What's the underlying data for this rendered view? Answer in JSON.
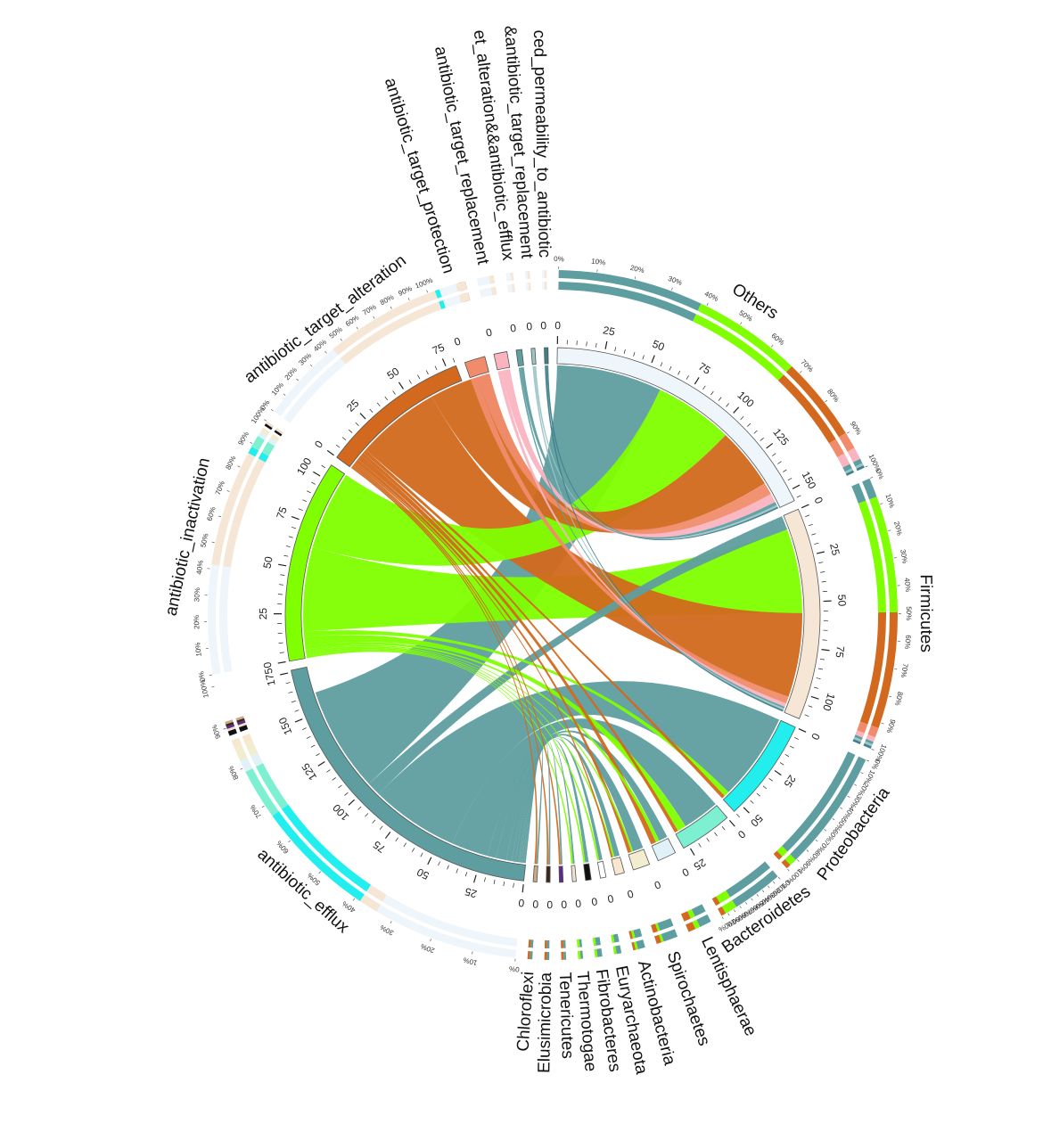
{
  "chart_data": {
    "type": "chord",
    "title": "",
    "colors": {
      "Others": "#eef6fb",
      "Firmicutes": "#f6e6d5",
      "Proteobacteria": "#22eeee",
      "Bacteroidetes": "#7ef0d2",
      "Lentisphaerae": "#e0f1f7",
      "Spirochaetes": "#f2edcf",
      "Actinobacteria": "#f8e6cf",
      "Euryarchaeota": "#ffffff",
      "Fibrobacteres": "#111111",
      "Thermotogae": "#efe0cc",
      "Tenericutes": "#5e2a8c",
      "Elusimicrobia": "#3a2618",
      "Chloroflexi": "#c9a98a",
      "antibiotic_efflux": "#5f9ea0",
      "antibiotic_inactivation": "#7fff00",
      "antibiotic_target_alteration": "#d2691e",
      "antibiotic_target_protection": "#f08c6c",
      "antibiotic_target_replacement": "#f9b4c0",
      "antibiotic_target_alteration&antibiotic_efflux": "#5f9ea0",
      "antibiotic_target_alteration&antibiotic_target_replacement": "#9cc5c8",
      "reduced_permeability_to_antibiotic": "#3f7f8a"
    },
    "phyla": [
      {
        "name": "Others",
        "label": "Others",
        "total": 156,
        "ticks": [
          0,
          25,
          50,
          75,
          100,
          125,
          150
        ]
      },
      {
        "name": "Firmicutes",
        "label": "Firmicutes",
        "total": 113,
        "ticks": [
          0,
          25,
          50,
          75,
          100
        ]
      },
      {
        "name": "Proteobacteria",
        "label": "Proteobacteria",
        "total": 55,
        "ticks": [
          0,
          25,
          50
        ]
      },
      {
        "name": "Bacteroidetes",
        "label": "Bacteroidetes",
        "total": 28,
        "ticks": [
          0,
          25
        ]
      },
      {
        "name": "Lentisphaerae",
        "label": "Lentisphaerae",
        "total": 10,
        "ticks": [
          0
        ]
      },
      {
        "name": "Spirochaetes",
        "label": "Spirochaetes",
        "total": 9,
        "ticks": [
          0
        ]
      },
      {
        "name": "Actinobacteria",
        "label": "Actinobacteria",
        "total": 5,
        "ticks": [
          0
        ]
      },
      {
        "name": "Euryarchaeota",
        "label": "Euryarchaeota",
        "total": 3,
        "ticks": [
          0
        ]
      },
      {
        "name": "Fibrobacteres",
        "label": "Fibrobacteres",
        "total": 3,
        "ticks": [
          0
        ]
      },
      {
        "name": "Thermotogae",
        "label": "Thermotogae",
        "total": 2,
        "ticks": [
          0
        ]
      },
      {
        "name": "Tenericutes",
        "label": "Tenericutes",
        "total": 2,
        "ticks": [
          0
        ]
      },
      {
        "name": "Elusimicrobia",
        "label": "Elusimicrobia",
        "total": 2,
        "ticks": [
          0
        ]
      },
      {
        "name": "Chloroflexi",
        "label": "Chloroflexi",
        "total": 2,
        "ticks": [
          0
        ]
      }
    ],
    "mechanisms": [
      {
        "name": "antibiotic_efflux",
        "label": "antibiotic_efflux",
        "total": 176,
        "ticks": [
          0,
          25,
          50,
          75,
          100,
          125,
          150,
          175
        ]
      },
      {
        "name": "antibiotic_inactivation",
        "label": "antibiotic_inactivation",
        "total": 108,
        "ticks": [
          0,
          25,
          50,
          75,
          100
        ]
      },
      {
        "name": "antibiotic_target_alteration",
        "label": "antibiotic_target_alteration",
        "total": 80,
        "ticks": [
          0,
          25,
          50,
          75
        ]
      },
      {
        "name": "antibiotic_target_protection",
        "label": "antibiotic_target_protection",
        "total": 11,
        "ticks": [
          0
        ]
      },
      {
        "name": "antibiotic_target_replacement",
        "label": "antibiotic_target_replacement",
        "total": 7,
        "ticks": [
          0
        ]
      },
      {
        "name": "antibiotic_target_alteration&antibiotic_efflux",
        "label": "et_alteration&&antibiotic_efflux",
        "total": 3,
        "ticks": [
          0
        ]
      },
      {
        "name": "antibiotic_target_alteration&antibiotic_target_replacement",
        "label": "&antibiotic_target_replacement",
        "total": 2,
        "ticks": [
          0
        ]
      },
      {
        "name": "reduced_permeability_to_antibiotic",
        "label": "ced_permeability_to_antibiotic",
        "total": 2,
        "ticks": [
          0
        ]
      }
    ],
    "links": [
      {
        "source": "Others",
        "target": "antibiotic_efflux",
        "value": 60
      },
      {
        "source": "Others",
        "target": "antibiotic_inactivation",
        "value": 45
      },
      {
        "source": "Others",
        "target": "antibiotic_target_alteration",
        "value": 35
      },
      {
        "source": "Others",
        "target": "antibiotic_target_protection",
        "value": 7
      },
      {
        "source": "Others",
        "target": "antibiotic_target_replacement",
        "value": 5
      },
      {
        "source": "Others",
        "target": "antibiotic_target_alteration&antibiotic_efflux",
        "value": 2
      },
      {
        "source": "Others",
        "target": "antibiotic_target_alteration&antibiotic_target_replacement",
        "value": 1
      },
      {
        "source": "Others",
        "target": "reduced_permeability_to_antibiotic",
        "value": 1
      },
      {
        "source": "Firmicutes",
        "target": "antibiotic_efflux",
        "value": 8
      },
      {
        "source": "Firmicutes",
        "target": "antibiotic_inactivation",
        "value": 48
      },
      {
        "source": "Firmicutes",
        "target": "antibiotic_target_alteration",
        "value": 48
      },
      {
        "source": "Firmicutes",
        "target": "antibiotic_target_protection",
        "value": 4
      },
      {
        "source": "Firmicutes",
        "target": "antibiotic_target_replacement",
        "value": 2
      },
      {
        "source": "Firmicutes",
        "target": "antibiotic_target_alteration&antibiotic_efflux",
        "value": 1
      },
      {
        "source": "Firmicutes",
        "target": "antibiotic_target_alteration&antibiotic_target_replacement",
        "value": 1
      },
      {
        "source": "Firmicutes",
        "target": "reduced_permeability_to_antibiotic",
        "value": 1
      },
      {
        "source": "Proteobacteria",
        "target": "antibiotic_efflux",
        "value": 50
      },
      {
        "source": "Proteobacteria",
        "target": "antibiotic_inactivation",
        "value": 3
      },
      {
        "source": "Proteobacteria",
        "target": "antibiotic_target_alteration",
        "value": 2
      },
      {
        "source": "Bacteroidetes",
        "target": "antibiotic_efflux",
        "value": 21
      },
      {
        "source": "Bacteroidetes",
        "target": "antibiotic_inactivation",
        "value": 5
      },
      {
        "source": "Bacteroidetes",
        "target": "antibiotic_target_alteration",
        "value": 2
      },
      {
        "source": "Lentisphaerae",
        "target": "antibiotic_efflux",
        "value": 5
      },
      {
        "source": "Lentisphaerae",
        "target": "antibiotic_inactivation",
        "value": 2
      },
      {
        "source": "Lentisphaerae",
        "target": "antibiotic_target_alteration",
        "value": 3
      },
      {
        "source": "Spirochaetes",
        "target": "antibiotic_efflux",
        "value": 6
      },
      {
        "source": "Spirochaetes",
        "target": "antibiotic_inactivation",
        "value": 1
      },
      {
        "source": "Spirochaetes",
        "target": "antibiotic_target_alteration",
        "value": 2
      },
      {
        "source": "Actinobacteria",
        "target": "antibiotic_efflux",
        "value": 3
      },
      {
        "source": "Actinobacteria",
        "target": "antibiotic_inactivation",
        "value": 1
      },
      {
        "source": "Actinobacteria",
        "target": "antibiotic_target_alteration",
        "value": 1
      },
      {
        "source": "Euryarchaeota",
        "target": "antibiotic_efflux",
        "value": 2
      },
      {
        "source": "Euryarchaeota",
        "target": "antibiotic_inactivation",
        "value": 1
      },
      {
        "source": "Fibrobacteres",
        "target": "antibiotic_efflux",
        "value": 2
      },
      {
        "source": "Fibrobacteres",
        "target": "antibiotic_inactivation",
        "value": 1
      },
      {
        "source": "Thermotogae",
        "target": "antibiotic_efflux",
        "value": 1
      },
      {
        "source": "Thermotogae",
        "target": "antibiotic_inactivation",
        "value": 1
      },
      {
        "source": "Tenericutes",
        "target": "antibiotic_efflux",
        "value": 1
      },
      {
        "source": "Tenericutes",
        "target": "antibiotic_target_alteration",
        "value": 1
      },
      {
        "source": "Elusimicrobia",
        "target": "antibiotic_efflux",
        "value": 1
      },
      {
        "source": "Elusimicrobia",
        "target": "antibiotic_target_alteration",
        "value": 1
      },
      {
        "source": "Chloroflexi",
        "target": "antibiotic_efflux",
        "value": 1
      },
      {
        "source": "Chloroflexi",
        "target": "antibiotic_target_alteration",
        "value": 1
      }
    ],
    "percent_ticks": [
      "0%",
      "10%",
      "20%",
      "30%",
      "40%",
      "50%",
      "60%",
      "70%",
      "80%",
      "90%",
      "100%"
    ]
  }
}
